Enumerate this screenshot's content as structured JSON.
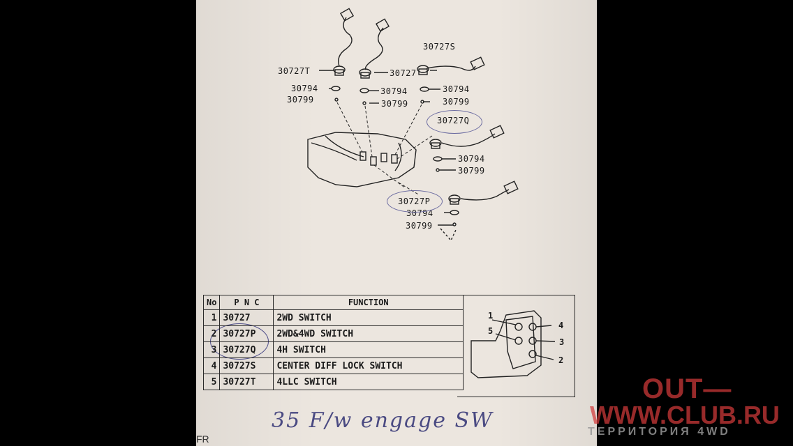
{
  "diagram": {
    "labels": {
      "l1": "30727T",
      "l2": "30727",
      "l3": "30727S",
      "l4": "30794",
      "l5": "30794",
      "l6": "30794",
      "l7": "30799",
      "l8": "30799",
      "l9": "30799",
      "l10": "30727Q",
      "l11": "30794",
      "l12": "30799",
      "l13": "30727P",
      "l14": "30794",
      "l15": "30799"
    }
  },
  "table": {
    "headers": {
      "no": "No",
      "pnc": "P N C",
      "function": "FUNCTION"
    },
    "rows": [
      {
        "no": "1",
        "pnc": "30727",
        "function": "2WD SWITCH"
      },
      {
        "no": "2",
        "pnc": "30727P",
        "function": "2WD&4WD SWITCH"
      },
      {
        "no": "3",
        "pnc": "30727Q",
        "function": "4H SWITCH"
      },
      {
        "no": "4",
        "pnc": "30727S",
        "function": "CENTER DIFF LOCK SWITCH"
      },
      {
        "no": "5",
        "pnc": "30727T",
        "function": "4LLC SWITCH"
      }
    ]
  },
  "inset": {
    "n1": "1",
    "n2": "2",
    "n3": "3",
    "n4": "4",
    "n5": "5"
  },
  "handwritten_note": "35 F/w engage SW",
  "footer_code": "FR",
  "watermark": {
    "line1": "OUT—",
    "line2": "WWW.CLUB.RU",
    "line3": "ТЕРРИТОРИЯ 4WD",
    "color": "#d23a3a"
  }
}
